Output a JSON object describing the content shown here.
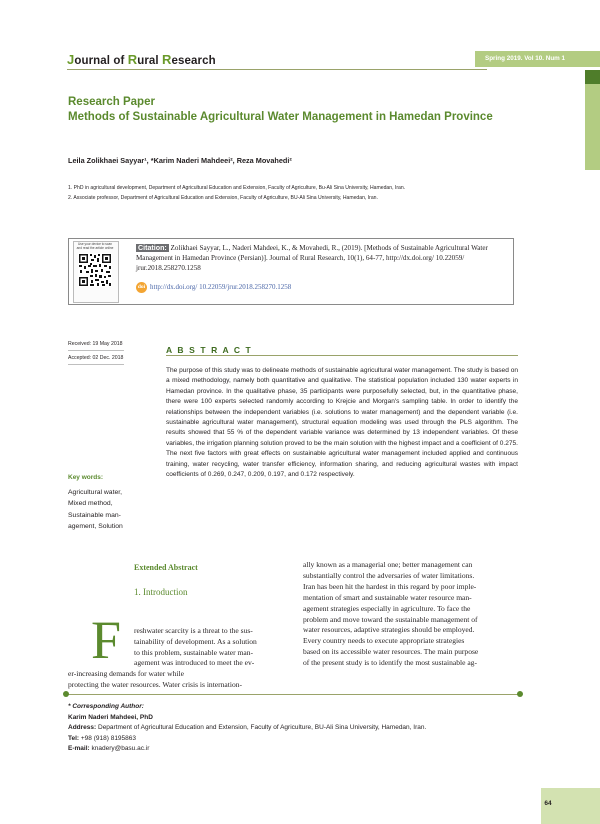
{
  "header": {
    "journal": "Journal of Rural Research",
    "journal_parts": [
      "J",
      "ournal of ",
      "R",
      "ural ",
      "R",
      "esearch"
    ],
    "issue": "Spring 2019. Vol 10. Num 1"
  },
  "paper": {
    "type_label": "Research Paper",
    "title": "Methods of Sustainable Agricultural Water Management in Hamedan Province",
    "authors": "Leila Zolikhaei Sayyar¹, *Karim Naderi Mahdeei², Reza Movahedi²",
    "affiliations": [
      "1. PhD in agricultural development, Department of Agricultural Education and Extension, Faculty of Agriculture, Bu-Ali Sina University, Hamedan, Iran.",
      "2. Associate professor, Department of Agricultural Education and Extension, Faculty of Agriculture, BU-Ali Sina University, Hamedan, Iran."
    ]
  },
  "citation": {
    "qr_caption": "Use your device to scan and read the article online",
    "label": "Citation:",
    "text": "Zolikhaei Sayyar, L., Naderi Mahdeei, K., & Movahedi, R., (2019). [Methods of Sustainable Agricultural Water Management in Hamedan Province (Persian)]. Journal of Rural Research, 10(1), 64-77, http://dx.doi.org/ 10.22059/ jrur.2018.258270.1258",
    "doi": "http://dx.doi.org/ 10.22059/jrur.2018.258270.1258",
    "doi_icon": "doi-icon"
  },
  "dates": {
    "received": "Received: 19 May 2018",
    "accepted": "Accepted: 02 Dec. 2018"
  },
  "keywords": {
    "title": "Key words:",
    "items": [
      "Agricultural water,",
      "Mixed method,",
      "Sustainable man-",
      "agement, Solution"
    ]
  },
  "abstract": {
    "title": "A B S T R A C T",
    "text": "The purpose of this study was to delineate methods of sustainable agricultural water management. The study is based on a mixed methodology, namely both quantitative and qualitative. The statistical population included 130 water experts in Hamedan province. In the qualitative phase, 35 participants were purposefully selected, but, in the quantitative phase, there were 100 experts selected randomly according to Krejcie and Morgan's sampling table. In order to identify the relationships between the independent variables (i.e. solutions to water management) and the dependent variable (i.e. sustainable agricultural water management), structural equation modeling was used through the PLS algorithm. The results showed that 55 % of the dependent variable variance was determined by 13 independent variables. Of these variables, the irrigation planning solution proved to be the main solution with the highest impact and a coefficient of 0.275. The next five factors with great effects on sustainable agricultural water management included applied and continuous training, water recycling, water transfer efficiency, information sharing, and reducing agricultural wastes with impact coefficients of 0.269, 0.247, 0.209, 0.197, and 0.172 respectively."
  },
  "extended": {
    "title": "Extended Abstract",
    "section": "1. Introduction",
    "dropcap": "F",
    "left_lines": [
      "reshwater scarcity is a threat to the sus-",
      "tainability of development. As a solution",
      "to this problem, sustainable water man-",
      "agement was introduced to meet the ev-",
      "er-increasing demands for water while"
    ],
    "left_full_line": "protecting the water resources. Water crisis is internation-",
    "right_lines": [
      "ally known as a managerial one; better management can",
      "substantially control the adversaries of water limitations.",
      "Iran has been hit the hardest in this regard by poor imple-",
      "mentation of smart and sustainable water resource man-",
      "agement strategies especially in agriculture. To face the",
      "problem and move toward the sustainable management of",
      "water resources, adaptive strategies should be employed.",
      "Every country needs to execute appropriate strategies",
      "based on its accessible water resources. The main purpose",
      "of the present study is to identify the most sustainable ag-"
    ]
  },
  "corresponding": {
    "heading": "* Corresponding Author:",
    "name": "Karim Naderi Mahdeei, PhD",
    "address_label": "Address:",
    "address": "Department of Agricultural Education and Extension, Faculty of Agriculture, BU-Ali Sina University, Hamedan, Iran.",
    "tel_label": "Tel:",
    "tel": "+98 (918) 8195863",
    "email_label": "E-mail:",
    "email": "knadery@basu.ac.ir"
  },
  "page_number": "64",
  "colors": {
    "accent": "#5b8a2e",
    "badge": "#b3cc82",
    "doi": "#4b67a8"
  }
}
